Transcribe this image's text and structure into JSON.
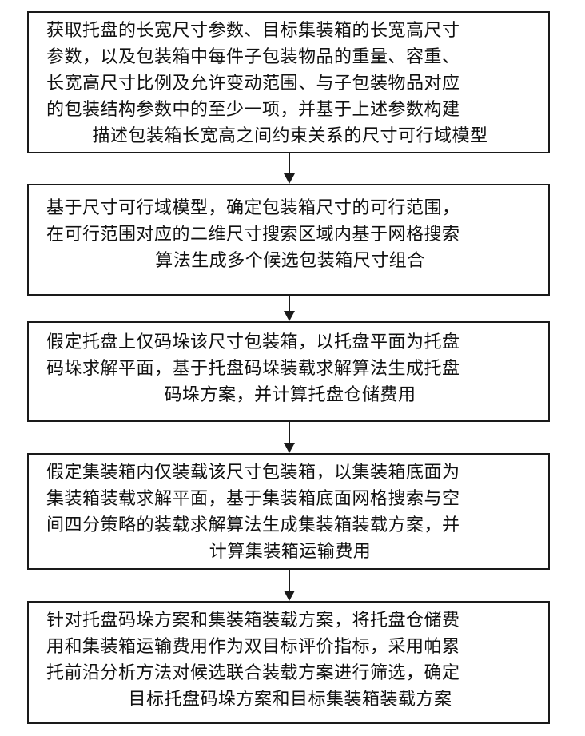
{
  "steps": [
    {
      "lines": [
        "获取托盘的长宽尺寸参数、目标集装箱的长宽高尺寸",
        "参数，以及包装箱中每件子包装物品的重量、容重、",
        "长宽高尺寸比例及允许变动范围、与子包装物品对应",
        "的包装结构参数中的至少一项，并基于上述参数构建",
        "描述包装箱长宽高之间约束关系的尺寸可行域模型"
      ]
    },
    {
      "lines": [
        "基于尺寸可行域模型，确定包装箱尺寸的可行范围，",
        "在可行范围对应的二维尺寸搜索区域内基于网格搜索",
        "算法生成多个候选包装箱尺寸组合"
      ]
    },
    {
      "lines": [
        "假定托盘上仅码垛该尺寸包装箱，以托盘平面为托盘",
        "码垛求解平面，基于托盘码垛装载求解算法生成托盘",
        "码垛方案，并计算托盘仓储费用"
      ]
    },
    {
      "lines": [
        "假定集装箱内仅装载该尺寸包装箱，以集装箱底面为",
        "集装箱装载求解平面，基于集装箱底面网格搜索与空",
        "间四分策略的装载求解算法生成集装箱装载方案，并",
        "计算集装箱运输费用"
      ]
    },
    {
      "lines": [
        "针对托盘码垛方案和集装箱装载方案，将托盘仓储费",
        "用和集装箱运输费用作为双目标评价指标，采用帕累",
        "托前沿分析方法对候选联合装载方案进行筛选，确定",
        "目标托盘码垛方案和目标集装箱装载方案"
      ]
    }
  ],
  "colors": {
    "border": "#1a1a1a",
    "text": "#111111",
    "background": "#ffffff"
  }
}
